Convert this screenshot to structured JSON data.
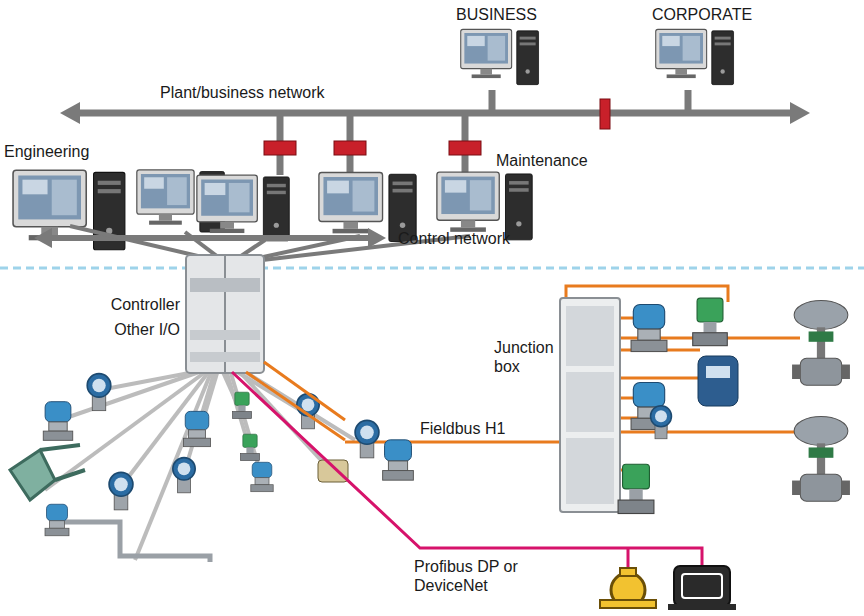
{
  "diagram": {
    "labels": [
      "BUSINESS",
      "CORPORATE",
      "Plant/business network",
      "Engineering",
      "Maintenance",
      "Control network",
      "Controller",
      "Other I/O",
      "Junction box",
      "Fieldbus H1",
      "Profibus DP or DeviceNet"
    ]
  }
}
